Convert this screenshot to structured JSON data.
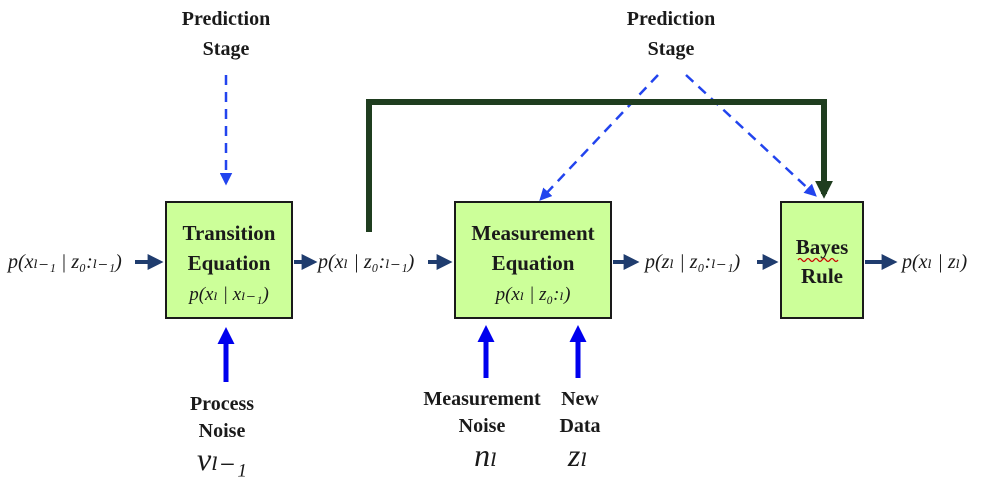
{
  "prediction_labels": [
    {
      "line1": "Prediction",
      "line2": "Stage"
    },
    {
      "line1": "Prediction",
      "line2": "Stage"
    }
  ],
  "boxes": {
    "transition": {
      "line1": "Transition",
      "line2": "Equation",
      "formula": "p(xₗ | xₗ₋₁)"
    },
    "measurement": {
      "line1": "Measurement",
      "line2": "Equation",
      "formula": "p(xₗ | z₀:ₗ)"
    },
    "bayes": {
      "line1": "Bayes",
      "line2": "Rule"
    }
  },
  "flow_labels": {
    "input": "p(xₗ₋₁ | z₀:ₗ₋₁)",
    "after_transition": "p(xₗ | z₀:ₗ₋₁)",
    "after_measurement": "p(zₗ | z₀:ₗ₋₁)",
    "output": "p(xₗ | zₗ)"
  },
  "inputs": {
    "process_noise": {
      "line1": "Process",
      "line2": "Noise",
      "symbol": "vₗ₋₁"
    },
    "measurement_noise": {
      "line1": "Measurement",
      "line2": "Noise",
      "symbol": "nₗ"
    },
    "new_data": {
      "line1": "New",
      "line2": "Data",
      "symbol": "zₗ"
    }
  },
  "colors": {
    "box_fill": "#ccff99",
    "flow_arrow": "#1f3c6e",
    "input_arrow": "#0000ee",
    "dashed_arrow": "#2244ee",
    "feedback_arrow": "#1f3d1f"
  }
}
